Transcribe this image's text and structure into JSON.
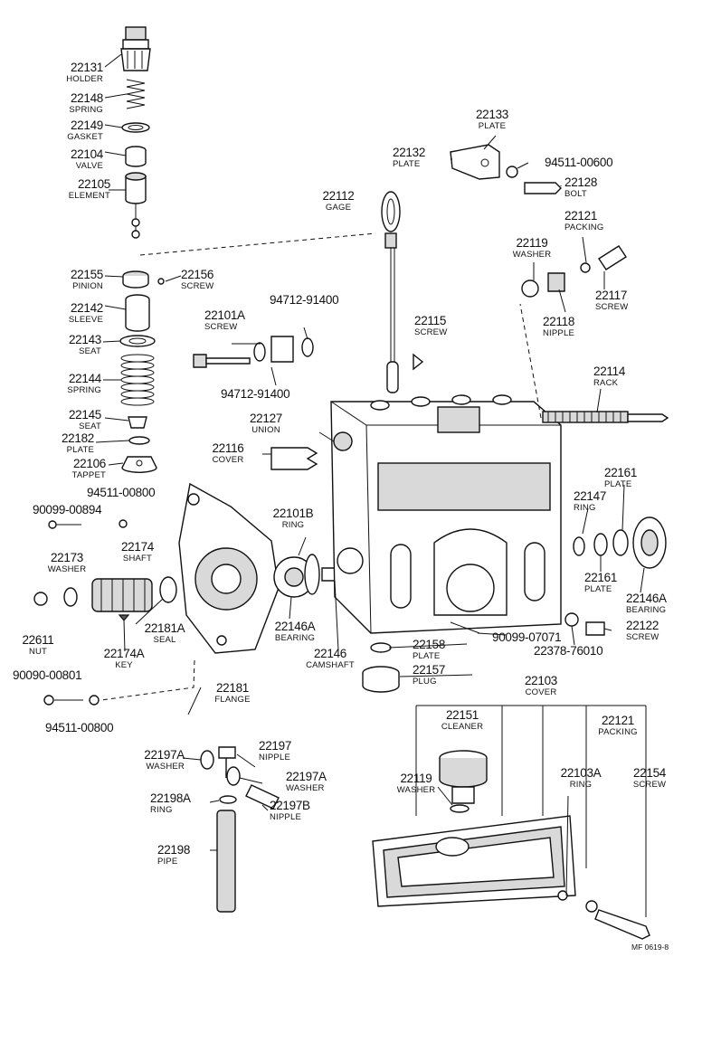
{
  "diagram": {
    "code": "MF 0619-8",
    "parts": [
      {
        "id": "p22131",
        "number": "22131",
        "name": "HOLDER"
      },
      {
        "id": "p22148",
        "number": "22148",
        "name": "SPRING"
      },
      {
        "id": "p22149",
        "number": "22149",
        "name": "GASKET"
      },
      {
        "id": "p22104",
        "number": "22104",
        "name": "VALVE"
      },
      {
        "id": "p22105",
        "number": "22105",
        "name": "ELEMENT"
      },
      {
        "id": "p22155",
        "number": "22155",
        "name": "PINION"
      },
      {
        "id": "p22156",
        "number": "22156",
        "name": "SCREW"
      },
      {
        "id": "p22142",
        "number": "22142",
        "name": "SLEEVE"
      },
      {
        "id": "p22143",
        "number": "22143",
        "name": "SEAT"
      },
      {
        "id": "p22144",
        "number": "22144",
        "name": "SPRING"
      },
      {
        "id": "p22145",
        "number": "22145",
        "name": "SEAT"
      },
      {
        "id": "p22182",
        "number": "22182",
        "name": "PLATE"
      },
      {
        "id": "p22106",
        "number": "22106",
        "name": "TAPPET"
      },
      {
        "id": "p94511a",
        "number": "94511-00800",
        "name": ""
      },
      {
        "id": "p90099a",
        "number": "90099-00894",
        "name": ""
      },
      {
        "id": "p22173",
        "number": "22173",
        "name": "WASHER"
      },
      {
        "id": "p22174",
        "number": "22174",
        "name": "SHAFT"
      },
      {
        "id": "p22611",
        "number": "22611",
        "name": "NUT"
      },
      {
        "id": "p22174A",
        "number": "22174A",
        "name": "KEY"
      },
      {
        "id": "p22181A",
        "number": "22181A",
        "name": "SEAL"
      },
      {
        "id": "p90090",
        "number": "90090-00801",
        "name": ""
      },
      {
        "id": "p94511b",
        "number": "94511-00800",
        "name": ""
      },
      {
        "id": "p22181",
        "number": "22181",
        "name": "FLANGE"
      },
      {
        "id": "p22133",
        "number": "22133",
        "name": "PLATE"
      },
      {
        "id": "p22132",
        "number": "22132",
        "name": "PLATE"
      },
      {
        "id": "p94511c",
        "number": "94511-00600",
        "name": ""
      },
      {
        "id": "p22128",
        "number": "22128",
        "name": "BOLT"
      },
      {
        "id": "p22112",
        "number": "22112",
        "name": "GAGE"
      },
      {
        "id": "p22121a",
        "number": "22121",
        "name": "PACKING"
      },
      {
        "id": "p22119a",
        "number": "22119",
        "name": "WASHER"
      },
      {
        "id": "p22117",
        "number": "22117",
        "name": "SCREW"
      },
      {
        "id": "p22118",
        "number": "22118",
        "name": "NIPPLE"
      },
      {
        "id": "p22101A",
        "number": "22101A",
        "name": "SCREW"
      },
      {
        "id": "p94712a",
        "number": "94712-91400",
        "name": ""
      },
      {
        "id": "p94712b",
        "number": "94712-91400",
        "name": ""
      },
      {
        "id": "p22115",
        "number": "22115",
        "name": "SCREW"
      },
      {
        "id": "p22114",
        "number": "22114",
        "name": "RACK"
      },
      {
        "id": "p22127",
        "number": "22127",
        "name": "UNION"
      },
      {
        "id": "p22116",
        "number": "22116",
        "name": "COVER"
      },
      {
        "id": "p22101B",
        "number": "22101B",
        "name": "RING"
      },
      {
        "id": "p22161a",
        "number": "22161",
        "name": "PLATE"
      },
      {
        "id": "p22147",
        "number": "22147",
        "name": "RING"
      },
      {
        "id": "p22161b",
        "number": "22161",
        "name": "PLATE"
      },
      {
        "id": "p22146Aa",
        "number": "22146A",
        "name": "BEARING"
      },
      {
        "id": "p22146Ab",
        "number": "22146A",
        "name": "BEARING"
      },
      {
        "id": "p22146",
        "number": "22146",
        "name": "CAMSHAFT"
      },
      {
        "id": "p22158",
        "number": "22158",
        "name": "PLATE"
      },
      {
        "id": "p90099b",
        "number": "90099-07071",
        "name": ""
      },
      {
        "id": "p22378",
        "number": "22378-76010",
        "name": ""
      },
      {
        "id": "p22122",
        "number": "22122",
        "name": "SCREW"
      },
      {
        "id": "p22157",
        "number": "22157",
        "name": "PLUG"
      },
      {
        "id": "p22103",
        "number": "22103",
        "name": "COVER"
      },
      {
        "id": "p22151",
        "number": "22151",
        "name": "CLEANER"
      },
      {
        "id": "p22121b",
        "number": "22121",
        "name": "PACKING"
      },
      {
        "id": "p22119b",
        "number": "22119",
        "name": "WASHER"
      },
      {
        "id": "p22103A",
        "number": "22103A",
        "name": "RING"
      },
      {
        "id": "p22154",
        "number": "22154",
        "name": "SCREW"
      },
      {
        "id": "p22197",
        "number": "22197",
        "name": "NIPPLE"
      },
      {
        "id": "p22197Aa",
        "number": "22197A",
        "name": "WASHER"
      },
      {
        "id": "p22197Ab",
        "number": "22197A",
        "name": "WASHER"
      },
      {
        "id": "p22198A",
        "number": "22198A",
        "name": "RING"
      },
      {
        "id": "p22197B",
        "number": "22197B",
        "name": "NIPPLE"
      },
      {
        "id": "p22198",
        "number": "22198",
        "name": "PIPE"
      }
    ]
  }
}
